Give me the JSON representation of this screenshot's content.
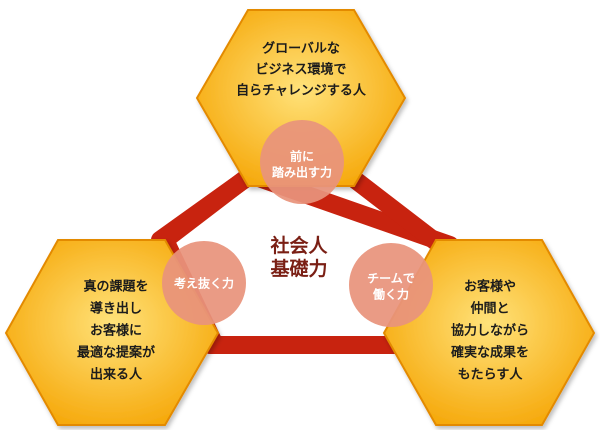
{
  "colors": {
    "hex_fill_light": "#ffe27a",
    "hex_fill_dark": "#f5a300",
    "hex_stroke": "#e38a00",
    "triangle": "#c8230f",
    "circle": "#e8937c",
    "center_text": "#7a1f14"
  },
  "center": {
    "lines": [
      "社会人",
      "基礎力"
    ]
  },
  "hexagons": {
    "top": {
      "lines": [
        "グローバルな",
        "ビジネス環境で",
        "自らチャレンジする人"
      ]
    },
    "left": {
      "lines": [
        "真の課題を",
        "導き出し",
        "お客様に",
        "最適な提案が",
        "出来る人"
      ]
    },
    "right": {
      "lines": [
        "お客様や",
        "仲間と",
        "協力しながら",
        "確実な成果を",
        "もたらす人"
      ]
    }
  },
  "circles": {
    "top": {
      "lines": [
        "前に",
        "踏み出す力"
      ]
    },
    "left": {
      "lines": [
        "考え抜く力"
      ]
    },
    "right": {
      "lines": [
        "チームで",
        "働く力"
      ]
    }
  }
}
